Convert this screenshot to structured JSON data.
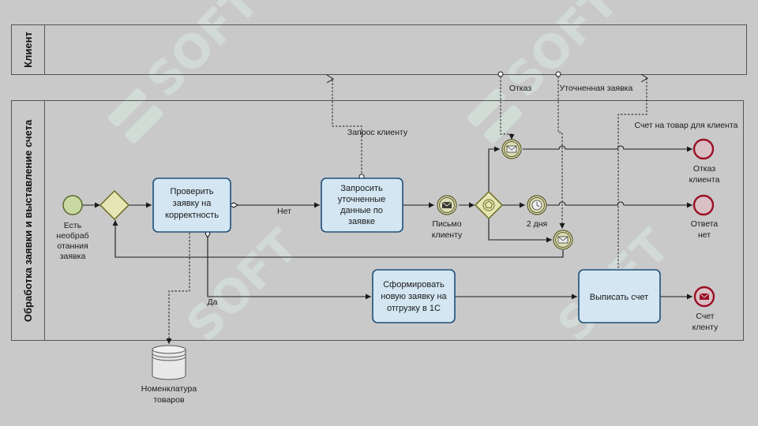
{
  "pools": {
    "client": {
      "title": "Клиент"
    },
    "process": {
      "title": "Обработка заявки и выставление счета"
    }
  },
  "events": {
    "start": [
      "Есть",
      "необраб",
      "отанния",
      "заявка"
    ],
    "end_refusal": [
      "Отказ",
      "клиента"
    ],
    "end_no_answer": [
      "Ответа",
      "нет"
    ],
    "end_invoice": [
      "Счет",
      "кленту"
    ],
    "letter": [
      "Письмо",
      "клиенту"
    ],
    "timer": [
      "2 дня"
    ]
  },
  "tasks": {
    "check": [
      "Проверить",
      "заявку на",
      "корректность"
    ],
    "request": [
      "Запросить",
      "уточненные",
      "данные по",
      "заявке"
    ],
    "form": [
      "Сформировать",
      "новую заявку на",
      "отгрузку в 1С"
    ],
    "invoice": [
      "Выписать счет"
    ]
  },
  "flows": {
    "no": "Нет",
    "yes": "Да"
  },
  "messages": {
    "request_client": "Запрос клиенту",
    "refusal": "Отказ",
    "clarified": "Уточненная заявка",
    "invoice_client": "Счет на товар для клиента"
  },
  "data_store": [
    "Номенклатура",
    "товаров"
  ],
  "watermark": "SOFT",
  "colors": {
    "background": "#c9c9c9",
    "pool_fill": "#cdcdcd",
    "task_fill": "#d3e6f2",
    "task_stroke": "#1f4f7a",
    "start_fill": "#c8d9a2",
    "gateway_fill": "#e4e6b4",
    "end_stroke": "#9b1027",
    "end_fill": "#d8c0c4",
    "intermediate_fill": "#dcdcb4"
  }
}
